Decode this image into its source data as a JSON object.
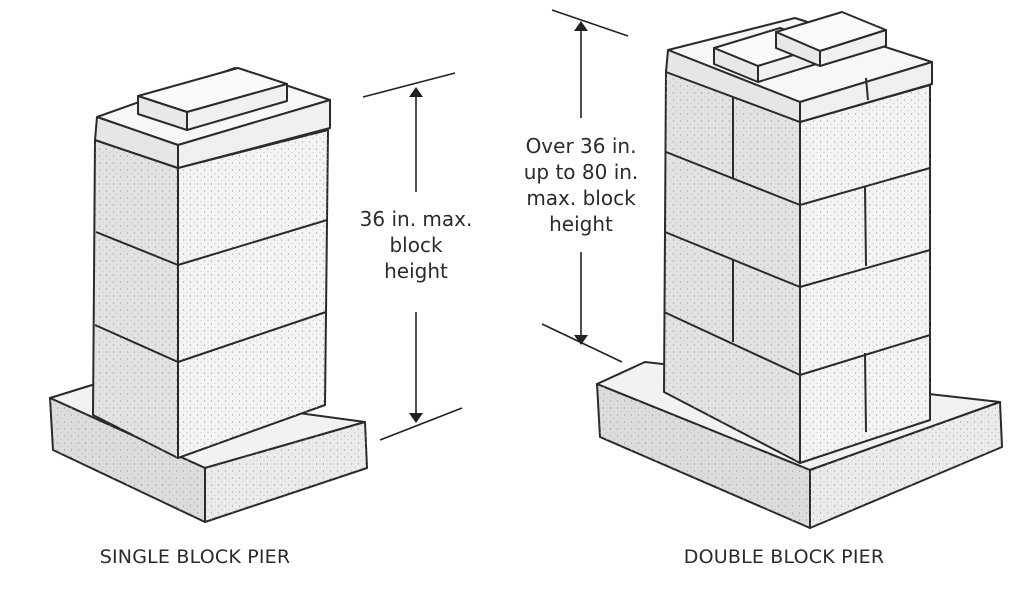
{
  "single_pier": {
    "caption": "SINGLE BLOCK PIER",
    "dimension_lines": [
      "36 in. max.",
      "block",
      "height"
    ]
  },
  "double_pier": {
    "caption": "DOUBLE BLOCK PIER",
    "dimension_lines": [
      "Over 36 in.",
      "up to 80 in.",
      "max. block",
      "height"
    ]
  }
}
